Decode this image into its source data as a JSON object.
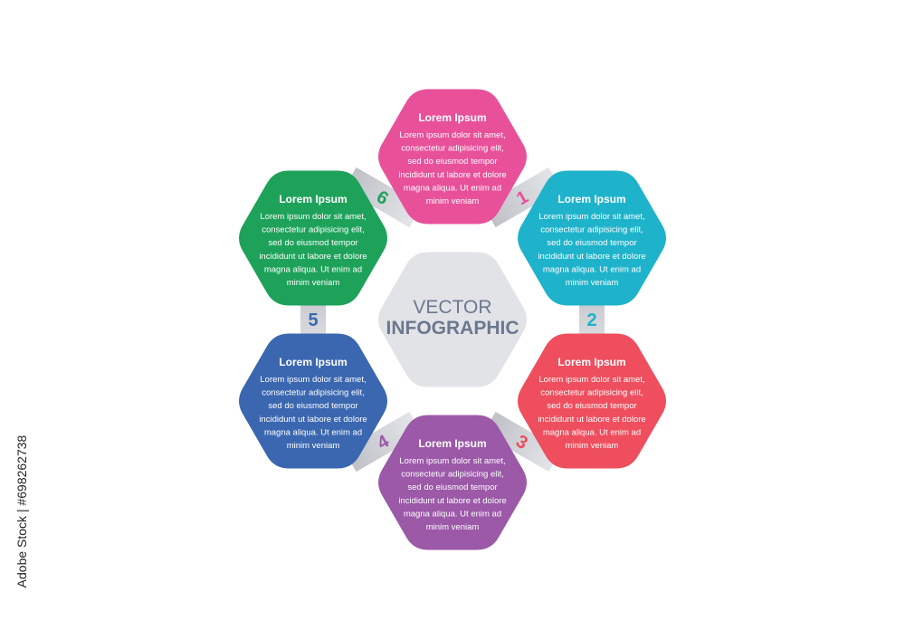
{
  "center": {
    "line1": "VECTOR",
    "line2": "INFOGRAPHIC",
    "fill": "#e2e3e7"
  },
  "steps": [
    {
      "number": "1",
      "title": "Lorem Ipsum",
      "color": "#1fb3cb",
      "body": [
        "Lorem ipsum dolor sit amet,",
        "consectetur adipisicing elit,",
        "sed do eiusmod tempor",
        "incididunt ut labore et dolore",
        "magna aliqua. Ut enim ad",
        "minim veniam"
      ]
    },
    {
      "number": "2",
      "title": "Lorem Ipsum",
      "color": "#ee4e5d",
      "body": [
        "Lorem ipsum dolor sit amet,",
        "consectetur adipisicing elit,",
        "sed do eiusmod tempor",
        "incididunt ut labore et dolore",
        "magna aliqua. Ut enim ad",
        "minim veniam"
      ]
    },
    {
      "number": "3",
      "title": "Lorem Ipsum",
      "color": "#9b59a8",
      "body": [
        "Lorem ipsum dolor sit amet,",
        "consectetur adipisicing elit,",
        "sed do eiusmod tempor",
        "incididunt ut labore et dolore",
        "magna aliqua. Ut enim ad",
        "minim veniam"
      ]
    },
    {
      "number": "4",
      "title": "Lorem Ipsum",
      "color": "#3b67b0",
      "body": [
        "Lorem ipsum dolor sit amet,",
        "consectetur adipisicing elit,",
        "sed do eiusmod tempor",
        "incididunt ut labore et dolore",
        "magna aliqua. Ut enim ad",
        "minim veniam"
      ]
    },
    {
      "number": "5",
      "title": "Lorem Ipsum",
      "color": "#1ea25a",
      "body": [
        "Lorem ipsum dolor sit amet,",
        "consectetur adipisicing elit,",
        "sed do eiusmod tempor",
        "incididunt ut labore et dolore",
        "magna aliqua. Ut enim ad",
        "minim veniam"
      ]
    },
    {
      "number": "6",
      "title": "Lorem Ipsum",
      "color": "#e8519a",
      "body": [
        "Lorem ipsum dolor sit amet,",
        "consectetur adipisicing elit,",
        "sed do eiusmod tempor",
        "incididunt ut labore et dolore",
        "magna aliqua. Ut enim ad",
        "minim veniam"
      ]
    }
  ],
  "connectors": [
    {
      "number": "1",
      "color": "#e8519a"
    },
    {
      "number": "2",
      "color": "#1fb3cb"
    },
    {
      "number": "3",
      "color": "#ee4e5d"
    },
    {
      "number": "4",
      "color": "#9b59a8"
    },
    {
      "number": "5",
      "color": "#3b67b0"
    },
    {
      "number": "6",
      "color": "#1ea25a"
    }
  ],
  "stock_id": "Adobe Stock | #698262738"
}
